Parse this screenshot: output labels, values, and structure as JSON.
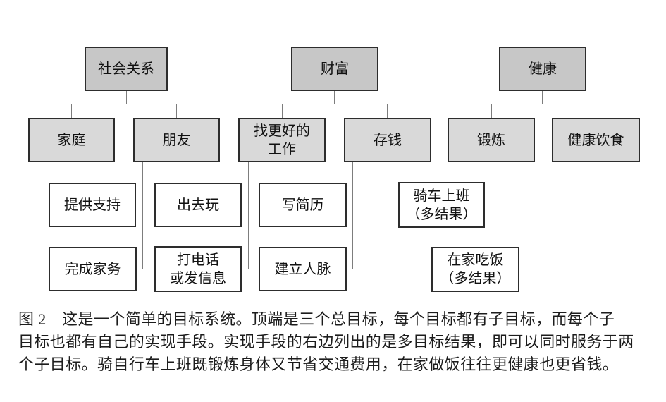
{
  "colors": {
    "level1_fill": "#c7c7c7",
    "level2_fill": "#d9d9d9",
    "level3_fill": "#ffffff",
    "box_border": "#2d2d2d",
    "connector": "#7d7d7d",
    "text": "#111111",
    "caption_text": "#1c1c1c",
    "background": "#ffffff"
  },
  "tree": {
    "goals": [
      {
        "label": "社会关系",
        "subgoals": [
          {
            "label": "家庭",
            "means": [
              {
                "label": "提供支持"
              },
              {
                "label": "完成家务"
              }
            ]
          },
          {
            "label": "朋友",
            "means": [
              {
                "label": "出去玩"
              },
              {
                "label": "打电话\n或发信息"
              }
            ]
          }
        ]
      },
      {
        "label": "财富",
        "subgoals": [
          {
            "label": "找更好的\n工作",
            "means": [
              {
                "label": "写简历"
              },
              {
                "label": "建立人脉"
              }
            ]
          },
          {
            "label": "存钱",
            "means": []
          }
        ]
      },
      {
        "label": "健康",
        "subgoals": [
          {
            "label": "锻炼",
            "means": []
          },
          {
            "label": "健康饮食",
            "means": []
          }
        ]
      }
    ],
    "multi_outcomes": [
      {
        "label": "骑车上班\n（多结果）",
        "serves": [
          "存钱",
          "锻炼"
        ]
      },
      {
        "label": "在家吃饭\n（多结果）",
        "serves": [
          "存钱",
          "健康饮食"
        ]
      }
    ]
  },
  "caption": {
    "figure_label": "图 2",
    "lines": [
      "图 2　这是一个简单的目标系统。顶端是三个总目标，每个目标都有子目标，而每个子",
      "目标也都有自己的实现手段。实现手段的右边列出的是多目标结果，即可以同时服务于两",
      "个子目标。骑自行车上班既锻炼身体又节省交通费用，在家做饭往往更健康也更省钱。"
    ]
  }
}
